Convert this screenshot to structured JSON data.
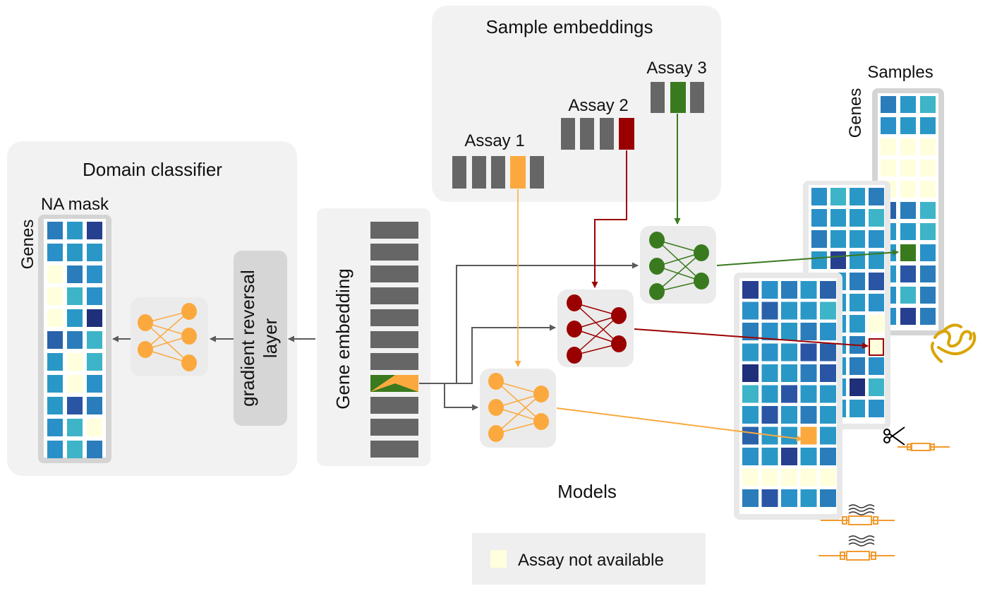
{
  "panels": {
    "domain_classifier": "Domain classifier",
    "sample_embeddings": "Sample embeddings",
    "gene_embedding": "Gene embedding",
    "gradient_reversal_line1": "gradient reversal",
    "gradient_reversal_line2": "layer",
    "models": "Models"
  },
  "labels": {
    "na_mask": "NA mask",
    "genes_left": "Genes",
    "genes_right": "Genes",
    "samples": "Samples",
    "assay1": "Assay 1",
    "assay2": "Assay 2",
    "assay3": "Assay 3"
  },
  "legend": {
    "text": "Assay not available",
    "swatch_color": "#FFFFDD"
  },
  "colors": {
    "panel_bg": "#F2F2F2",
    "embedding_gray": "#666666",
    "assay1": "#FBA93E",
    "assay2": "#9B0000",
    "assay3": "#3A7A1E",
    "matrix_frame": "#D4D4D4",
    "arrow_gray": "#5A5A5A"
  },
  "matrices": {
    "na_mask": [
      [
        "#2A7DBA",
        "#2A98C6",
        "#263F8F"
      ],
      [
        "#2A90C8",
        "#2A98C6",
        "#2A98C6"
      ],
      [
        "#FFFFDD",
        "#2A7DBA",
        "#2A90C8"
      ],
      [
        "#FFFFDD",
        "#3EB4C8",
        "#2A90C8"
      ],
      [
        "#FFFFDD",
        "#2A98C6",
        "#1F2F7A"
      ],
      [
        "#2A62AA",
        "#2A7DBA",
        "#3EB4C8"
      ],
      [
        "#2A98C6",
        "#FFFFDD",
        "#3EB4C8"
      ],
      [
        "#2A98C6",
        "#FFFFDD",
        "#2A90C8"
      ],
      [
        "#2A98C6",
        "#2A55A5",
        "#2A7DBA"
      ],
      [
        "#2A90C8",
        "#3EB4C8",
        "#FFFFDD"
      ],
      [
        "#2A90C8",
        "#3EB4C8",
        "#2A7DBA"
      ]
    ],
    "back": [
      [
        "#2A7DBA",
        "#2A98C6",
        "#3EB4C8"
      ],
      [
        "#2A90C8",
        "#2A98C6",
        "#2A98C6"
      ],
      [
        "#FFFFDD",
        "#FFFFDD",
        "#FFFFDD"
      ],
      [
        "#FFFFDD",
        "#FFFFDD",
        "#FFFFDD"
      ],
      [
        "#FFFFDD",
        "#FFFFDD",
        "#FFFFDD"
      ],
      [
        "#2A62AA",
        "#2A7DBA",
        "#3EB4C8"
      ],
      [
        "#2A98C6",
        "#2A98C6",
        "#3EB4C8"
      ],
      [
        "#2A98C6",
        "#3A7A1E",
        "#2A90C8"
      ],
      [
        "#2A98C6",
        "#2A55A5",
        "#2A7DBA"
      ],
      [
        "#2A90C8",
        "#3EB4C8",
        "#2A7DBA"
      ],
      [
        "#2A90C8",
        "#263F8F",
        "#2A7DBA"
      ]
    ],
    "middle": [
      [
        "#2A90C8",
        "#3EB4C8",
        "#2A98C6",
        "#2A7DBA"
      ],
      [
        "#2A90C8",
        "#2A98C6",
        "#2A98C6",
        "#3EB4C8"
      ],
      [
        "#2A7DBA",
        "#2A98C6",
        "#2A98C6",
        "#2A90C8"
      ],
      [
        "#2A98C6",
        "#263F8F",
        "#2A98C6",
        "#2A98C6"
      ],
      [
        "#2A90C8",
        "#2A98C6",
        "#2A7DBA",
        "#2A55A5"
      ],
      [
        "#2A7DBA",
        "#2A98C6",
        "#2A98C6",
        "#2A90C8"
      ],
      [
        "#3EB4C8",
        "#2A98C6",
        "#2A98C6",
        "#FFFFDD"
      ],
      [
        "#2A98C6",
        "#2A98C6",
        "#2A7DBA",
        "#FFFFFF"
      ],
      [
        "#2A98C6",
        "#2A98C6",
        "#2A7DBA",
        "#2A90C8"
      ],
      [
        "#2A98C6",
        "#2A98C6",
        "#1F2F7A",
        "#3EB4C8"
      ],
      [
        "#2A90C8",
        "#2A98C6",
        "#2A98C6",
        "#2A90C8"
      ]
    ],
    "front": [
      [
        "#263F8F",
        "#2A90C8",
        "#2A7DBA",
        "#2A98C6",
        "#2A62AA"
      ],
      [
        "#2A90C8",
        "#2A62AA",
        "#2A98C6",
        "#2A98C6",
        "#3EB4C8"
      ],
      [
        "#2A7DBA",
        "#2A90C8",
        "#2A98C6",
        "#2A7DBA",
        "#2A90C8"
      ],
      [
        "#2A98C6",
        "#2A90C8",
        "#2A98C6",
        "#2A55A5",
        "#2A62AA"
      ],
      [
        "#1F2F7A",
        "#2A98C6",
        "#2A98C6",
        "#2A7DBA",
        "#2A55A5"
      ],
      [
        "#3EB4C8",
        "#2A98C6",
        "#2A55A5",
        "#2A98C6",
        "#2A98C6"
      ],
      [
        "#2A98C6",
        "#2A55A5",
        "#2A98C6",
        "#2A7DBA",
        "#2A98C6"
      ],
      [
        "#2A62AA",
        "#2A98C6",
        "#2A98C6",
        "#FBA93E",
        "#2A98C6"
      ],
      [
        "#2A90C8",
        "#2A98C6",
        "#263F8F",
        "#2A98C6",
        "#2A7DBA"
      ],
      [
        "#FFFFDD",
        "#FFFFDD",
        "#FFFFDD",
        "#FFFFDD",
        "#FFFFDD"
      ],
      [
        "#2A7DBA",
        "#2A55A5",
        "#2A90C8",
        "#2A98C6",
        "#2A7DBA"
      ]
    ]
  }
}
